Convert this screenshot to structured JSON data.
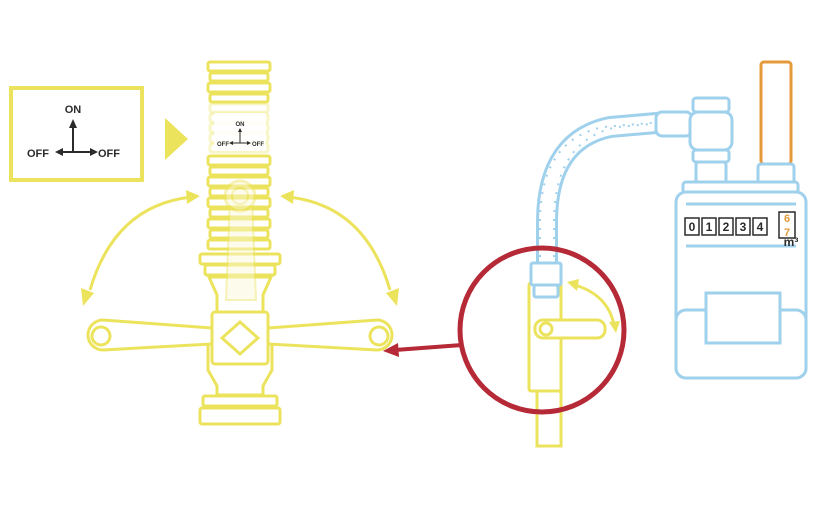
{
  "colors": {
    "yellow": "#ece35d",
    "yellow_fill": "#fbf8d7",
    "blue": "#9fd0ec",
    "red": "#b52a36",
    "orange": "#e49a3a",
    "dark": "#2b2b2b"
  },
  "legend": {
    "on": "ON",
    "off_left": "OFF",
    "off_right": "OFF"
  },
  "valve_label": {
    "on": "ON",
    "off_left": "OFF",
    "off_right": "OFF"
  },
  "meter": {
    "digits": [
      "0",
      "1",
      "2",
      "3",
      "4"
    ],
    "roll_top": "6",
    "roll_bottom": "7",
    "unit": "m³"
  },
  "icons": [
    "pointer-triangle-icon",
    "rotation-arrow-icon",
    "zoom-arrow-icon"
  ]
}
